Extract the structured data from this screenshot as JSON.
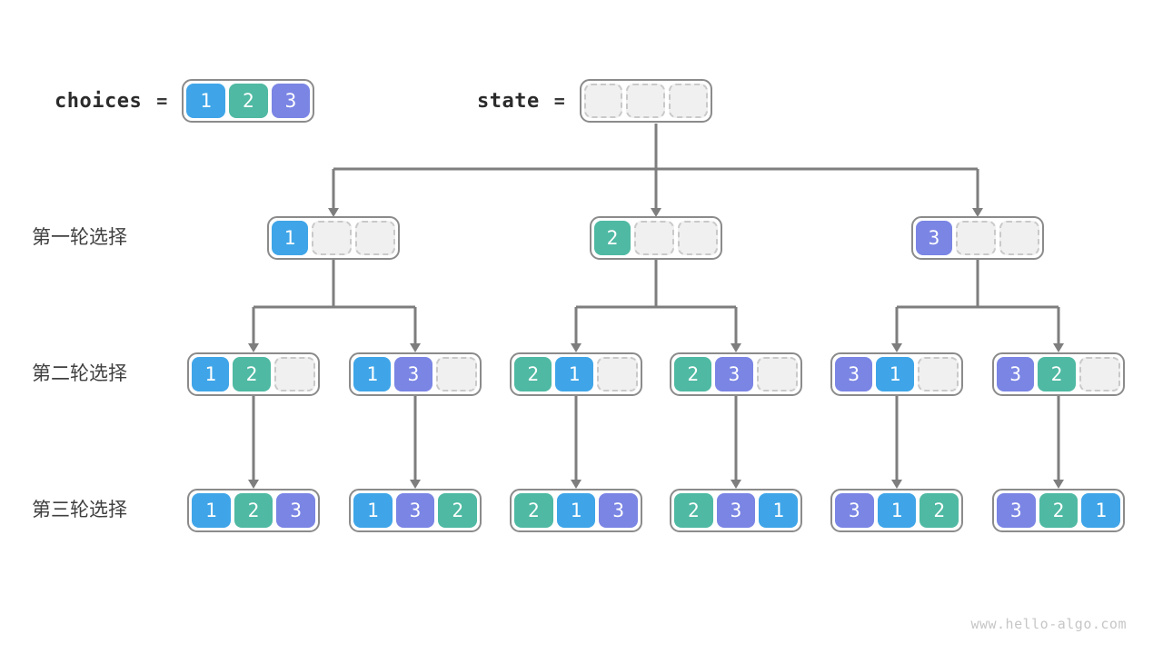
{
  "header": {
    "choices_label": "choices",
    "choices_equals": "=",
    "choices_cells": [
      "1",
      "2",
      "3"
    ],
    "state_label": "state",
    "state_equals": "=",
    "state_cells": [
      "",
      "",
      ""
    ]
  },
  "rows": [
    {
      "label": "第一轮选择",
      "boxes": [
        [
          "1",
          "",
          ""
        ],
        [
          "2",
          "",
          ""
        ],
        [
          "3",
          "",
          ""
        ]
      ]
    },
    {
      "label": "第二轮选择",
      "boxes": [
        [
          "1",
          "2",
          ""
        ],
        [
          "1",
          "3",
          ""
        ],
        [
          "2",
          "1",
          ""
        ],
        [
          "2",
          "3",
          ""
        ],
        [
          "3",
          "1",
          ""
        ],
        [
          "3",
          "2",
          ""
        ]
      ]
    },
    {
      "label": "第三轮选择",
      "boxes": [
        [
          "1",
          "2",
          "3"
        ],
        [
          "1",
          "3",
          "2"
        ],
        [
          "2",
          "1",
          "3"
        ],
        [
          "2",
          "3",
          "1"
        ],
        [
          "3",
          "1",
          "2"
        ],
        [
          "3",
          "2",
          "1"
        ]
      ]
    }
  ],
  "colors": {
    "cell_1": "#3fa5e8",
    "cell_2": "#4fb9a3",
    "cell_3": "#7a85e4",
    "cell_text": "#ffffff",
    "empty_fill": "#f0f0f0",
    "empty_border": "#c9c9c9",
    "box_border": "#8b8b8b",
    "arrow": "#7e7e7e",
    "text": "#3f3f3f",
    "watermark": "#c6c6c6"
  },
  "watermark": "www.hello-algo.com"
}
